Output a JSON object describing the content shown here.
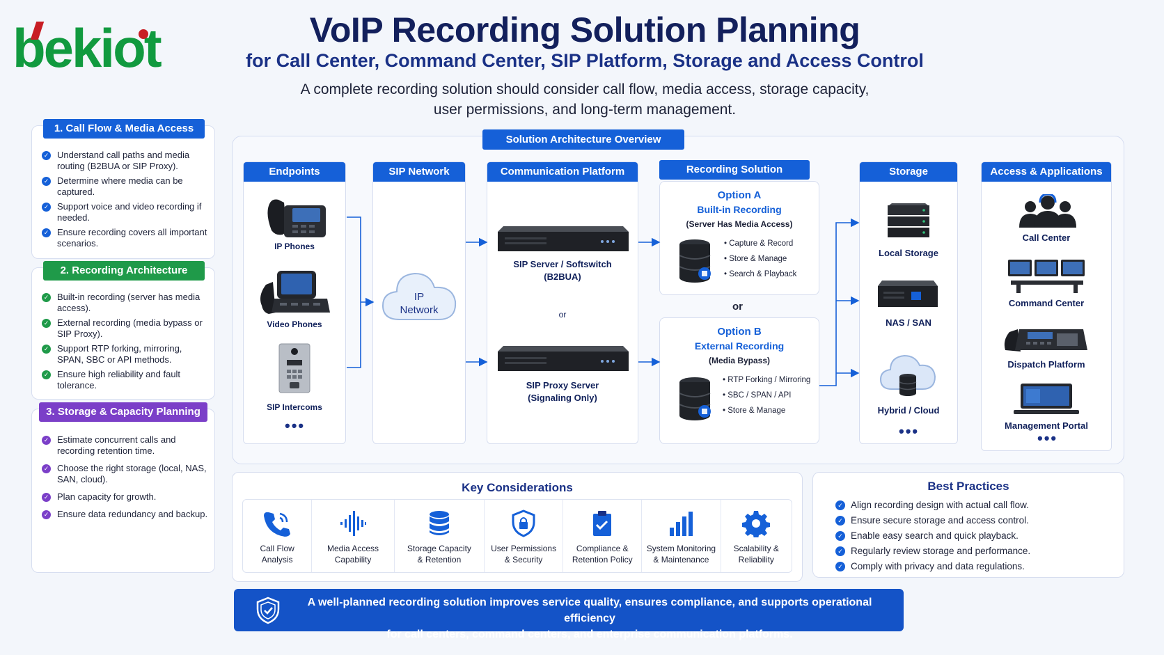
{
  "brand": {
    "logo_text": "bekiot",
    "green": "#119a3f",
    "red": "#c81d24"
  },
  "header": {
    "title": "VoIP Recording Solution Planning",
    "subtitle": "for Call Center, Command Center, SIP Platform, Storage and Access Control",
    "intro_line1": "A complete recording solution should consider call flow, media access, storage capacity,",
    "intro_line2": "user permissions, and long-term management."
  },
  "left_panels": {
    "p1": {
      "title": "1. Call Flow & Media Access",
      "color": "#1560d8",
      "items": [
        "Understand call paths and media routing (B2BUA or SIP Proxy).",
        "Determine where media can be captured.",
        "Support voice and video recording if needed.",
        "Ensure recording covers all important scenarios."
      ]
    },
    "p2": {
      "title": "2. Recording Architecture",
      "color": "#1f9a49",
      "items": [
        "Built-in recording (server has media access).",
        "External recording (media bypass or SIP Proxy).",
        "Support RTP forking, mirroring, SPAN, SBC or API methods.",
        "Ensure high reliability and fault tolerance."
      ]
    },
    "p3": {
      "title": "3. Storage & Capacity Planning",
      "color": "#7b3fc8",
      "items": [
        "Estimate concurrent calls and recording retention time.",
        "Choose the right storage (local, NAS, SAN, cloud).",
        "Plan capacity for growth.",
        "Ensure data redundancy and backup."
      ]
    }
  },
  "architecture": {
    "title": "Solution Architecture Overview",
    "endpoints": {
      "title": "Endpoints",
      "ip_phones": "IP Phones",
      "video_phones": "Video Phones",
      "sip_intercoms": "SIP Intercoms",
      "more": "•••"
    },
    "sip_network": {
      "title": "SIP Network",
      "cloud_line1": "IP",
      "cloud_line2": "Network"
    },
    "comm_platform": {
      "title": "Communication Platform",
      "server1_line1": "SIP Server / Softswitch",
      "server1_line2": "(B2BUA)",
      "or": "or",
      "server2_line1": "SIP Proxy Server",
      "server2_line2": "(Signaling Only)"
    },
    "recording": {
      "title": "Recording Solution",
      "option_a": {
        "title": "Option A",
        "subtitle": "Built-in Recording",
        "note": "(Server Has Media Access)",
        "bullets": [
          "• Capture & Record",
          "• Store & Manage",
          "• Search & Playback"
        ]
      },
      "or": "or",
      "option_b": {
        "title": "Option B",
        "subtitle": "External Recording",
        "note": "(Media Bypass)",
        "bullets": [
          "• RTP Forking / Mirroring",
          "• SBC / SPAN / API",
          "• Store & Manage"
        ]
      }
    },
    "storage": {
      "title": "Storage",
      "local": "Local Storage",
      "nas": "NAS / SAN",
      "hybrid": "Hybrid / Cloud",
      "more": "•••"
    },
    "access": {
      "title": "Access & Applications",
      "call_center": "Call Center",
      "command_center": "Command Center",
      "dispatch": "Dispatch Platform",
      "portal": "Management Portal",
      "more": "•••"
    }
  },
  "key_considerations": {
    "title": "Key Considerations",
    "items": [
      {
        "line1": "Call Flow",
        "line2": "Analysis",
        "icon": "phone-call-icon"
      },
      {
        "line1": "Media Access",
        "line2": "Capability",
        "icon": "audio-wave-icon"
      },
      {
        "line1": "Storage Capacity",
        "line2": "& Retention",
        "icon": "database-icon"
      },
      {
        "line1": "User Permissions",
        "line2": "& Security",
        "icon": "shield-lock-icon"
      },
      {
        "line1": "Compliance &",
        "line2": "Retention Policy",
        "icon": "clipboard-check-icon"
      },
      {
        "line1": "System Monitoring",
        "line2": "& Maintenance",
        "icon": "bar-chart-icon"
      },
      {
        "line1": "Scalability &",
        "line2": "Reliability",
        "icon": "gear-icon"
      }
    ]
  },
  "best_practices": {
    "title": "Best Practices",
    "items": [
      "Align recording design with actual call flow.",
      "Ensure secure storage and access control.",
      "Enable easy search and quick playback.",
      "Regularly review storage and performance.",
      "Comply with privacy and data regulations."
    ]
  },
  "banner": {
    "line1": "A well-planned recording solution improves service quality, ensures compliance, and supports operational efficiency",
    "line2": "for call centers, command centers, and enterprise communication platforms."
  }
}
